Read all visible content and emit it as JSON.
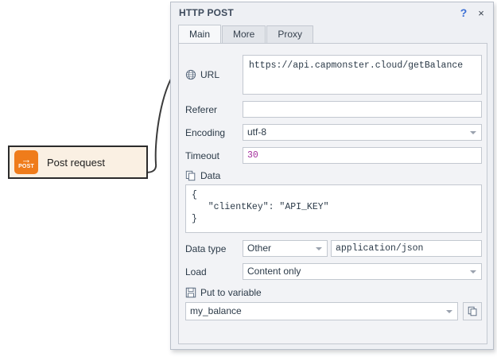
{
  "canvas": {
    "node": {
      "label": "Post request",
      "icon": "post-arrow-icon",
      "icon_word": "POST",
      "icon_color": "#ef7c1b",
      "fill_color": "#faf0e3",
      "border_color": "#2b2b2b"
    },
    "connector": "curved-link"
  },
  "dialog": {
    "title": "HTTP POST",
    "help_label": "?",
    "close_label": "×",
    "tabs": [
      {
        "label": "Main",
        "active": true
      },
      {
        "label": "More",
        "active": false
      },
      {
        "label": "Proxy",
        "active": false
      }
    ],
    "fields": {
      "url": {
        "label": "URL",
        "icon": "globe-www-icon",
        "value": "https://api.capmonster.cloud/getBalance"
      },
      "referer": {
        "label": "Referer",
        "value": ""
      },
      "encoding": {
        "label": "Encoding",
        "value": "utf-8"
      },
      "timeout": {
        "label": "Timeout",
        "value": "30"
      },
      "data": {
        "label": "Data",
        "icon": "copy-icon",
        "value": "{\n   \"clientKey\": \"API_KEY\"\n}"
      },
      "data_type": {
        "label": "Data type",
        "value": "Other",
        "content_type": "application/json"
      },
      "load": {
        "label": "Load",
        "value": "Content only"
      },
      "put_to_variable": {
        "label": "Put to variable",
        "icon": "save-icon",
        "value": "my_balance",
        "copy_button_icon": "copy-icon"
      }
    }
  },
  "colors": {
    "accent_orange": "#ef7c1b",
    "help_blue": "#3b6fd4",
    "number_highlight": "#a32b9c",
    "dialog_bg": "#eef0f4",
    "panel_bg": "#f2f3f6"
  }
}
